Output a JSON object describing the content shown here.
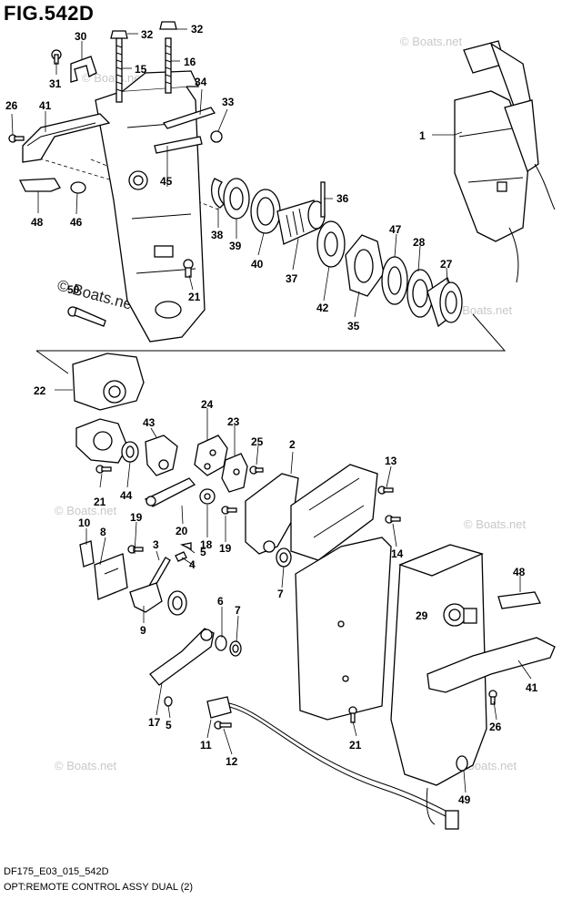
{
  "figure": {
    "title": "FIG.542D",
    "footer_line1": "DF175_E03_015_542D",
    "footer_line2": "OPT:REMOTE CONTROL ASSY DUAL (2)"
  },
  "watermark": {
    "text": "© Boats.net"
  },
  "callouts": [
    {
      "id": "c1",
      "label": "1"
    },
    {
      "id": "c2",
      "label": "2"
    },
    {
      "id": "c3",
      "label": "3"
    },
    {
      "id": "c4",
      "label": "4"
    },
    {
      "id": "c5a",
      "label": "5"
    },
    {
      "id": "c5b",
      "label": "5"
    },
    {
      "id": "c6",
      "label": "6"
    },
    {
      "id": "c7a",
      "label": "7"
    },
    {
      "id": "c7b",
      "label": "7"
    },
    {
      "id": "c8",
      "label": "8"
    },
    {
      "id": "c9",
      "label": "9"
    },
    {
      "id": "c10",
      "label": "10"
    },
    {
      "id": "c11",
      "label": "11"
    },
    {
      "id": "c12",
      "label": "12"
    },
    {
      "id": "c13",
      "label": "13"
    },
    {
      "id": "c14",
      "label": "14"
    },
    {
      "id": "c15",
      "label": "15"
    },
    {
      "id": "c16",
      "label": "16"
    },
    {
      "id": "c17",
      "label": "17"
    },
    {
      "id": "c18",
      "label": "18"
    },
    {
      "id": "c19a",
      "label": "19"
    },
    {
      "id": "c19b",
      "label": "19"
    },
    {
      "id": "c20",
      "label": "20"
    },
    {
      "id": "c21a",
      "label": "21"
    },
    {
      "id": "c21b",
      "label": "21"
    },
    {
      "id": "c21c",
      "label": "21"
    },
    {
      "id": "c22",
      "label": "22"
    },
    {
      "id": "c23",
      "label": "23"
    },
    {
      "id": "c24",
      "label": "24"
    },
    {
      "id": "c25",
      "label": "25"
    },
    {
      "id": "c26a",
      "label": "26"
    },
    {
      "id": "c26b",
      "label": "26"
    },
    {
      "id": "c27",
      "label": "27"
    },
    {
      "id": "c28",
      "label": "28"
    },
    {
      "id": "c29",
      "label": "29"
    },
    {
      "id": "c30",
      "label": "30"
    },
    {
      "id": "c31",
      "label": "31"
    },
    {
      "id": "c32a",
      "label": "32"
    },
    {
      "id": "c32b",
      "label": "32"
    },
    {
      "id": "c33",
      "label": "33"
    },
    {
      "id": "c34",
      "label": "34"
    },
    {
      "id": "c35",
      "label": "35"
    },
    {
      "id": "c36",
      "label": "36"
    },
    {
      "id": "c37",
      "label": "37"
    },
    {
      "id": "c38",
      "label": "38"
    },
    {
      "id": "c39",
      "label": "39"
    },
    {
      "id": "c40",
      "label": "40"
    },
    {
      "id": "c41a",
      "label": "41"
    },
    {
      "id": "c41b",
      "label": "41"
    },
    {
      "id": "c42",
      "label": "42"
    },
    {
      "id": "c43",
      "label": "43"
    },
    {
      "id": "c44",
      "label": "44"
    },
    {
      "id": "c45",
      "label": "45"
    },
    {
      "id": "c46",
      "label": "46"
    },
    {
      "id": "c47",
      "label": "47"
    },
    {
      "id": "c48a",
      "label": "48"
    },
    {
      "id": "c48b",
      "label": "48"
    },
    {
      "id": "c49",
      "label": "49"
    },
    {
      "id": "c50",
      "label": "50"
    }
  ]
}
